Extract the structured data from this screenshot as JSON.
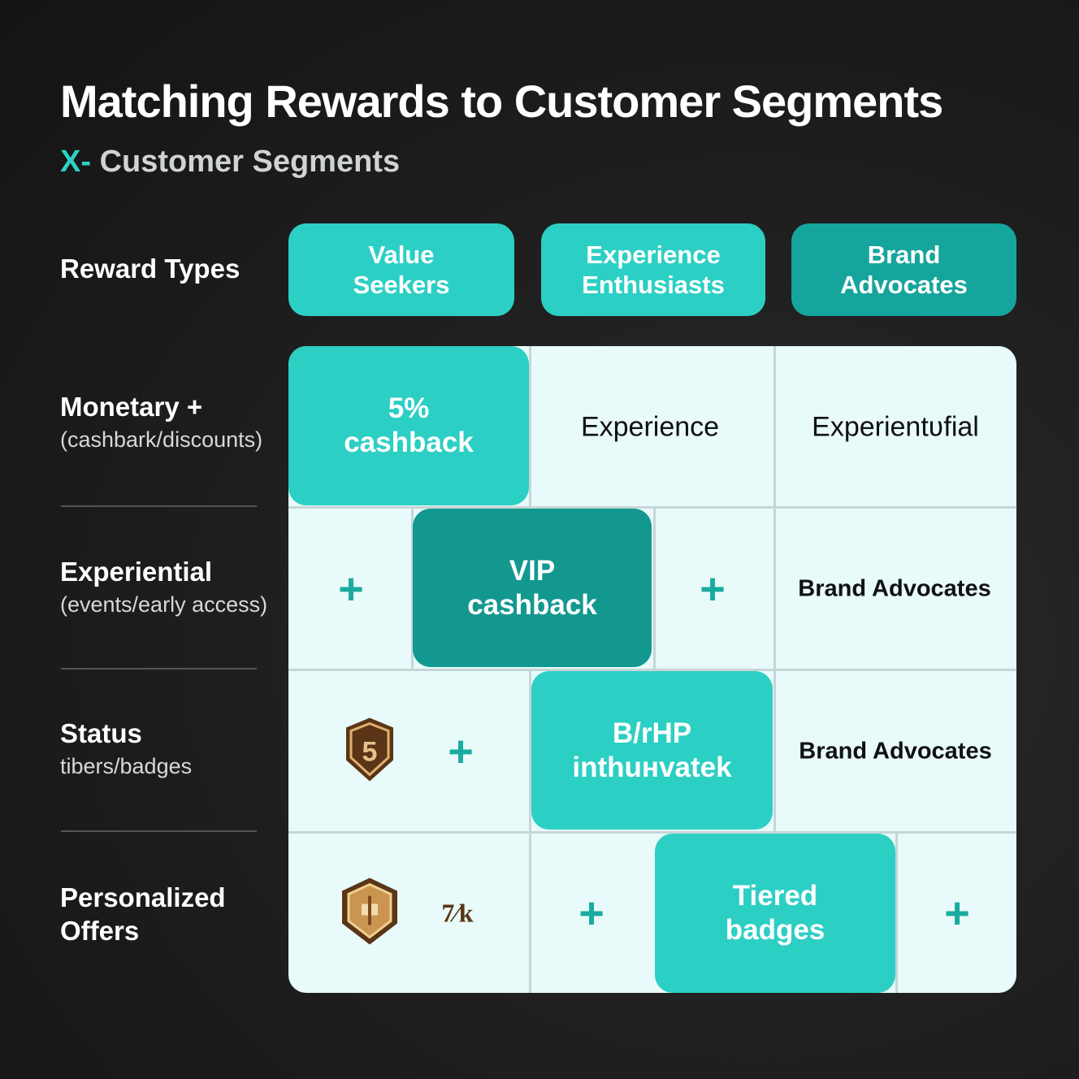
{
  "title": "Matching Rewards to Customer Segments",
  "subtitle": {
    "prefix": "X-",
    "text": "Customer Segments"
  },
  "corner_label": "Reward Types",
  "segments": [
    "Value Seekers",
    "Experience Enthusiasts",
    "Brand Advocates"
  ],
  "segment_lines": [
    [
      "Value",
      "Seekers"
    ],
    [
      "Experience",
      "Enthusiasts"
    ],
    [
      "Brand",
      "Advocates"
    ]
  ],
  "rows": [
    {
      "title": "Monetary +",
      "detail": "(cashbark/discounts)"
    },
    {
      "title": "Experiential",
      "detail": "(events/early access)"
    },
    {
      "title": "Status",
      "detail": "tibers/badges"
    },
    {
      "title": "Personalized",
      "title2": "Offers"
    }
  ],
  "cells": {
    "r1c1": [
      "5%",
      "cashback"
    ],
    "r1c2": "Experience",
    "r1c3": "Experientʋfial",
    "r2_highlight": [
      "VIP",
      "cashback"
    ],
    "r2c3": "Brand Advocates",
    "r3_badge": "5",
    "r3_highlight": [
      "B/rHP",
      "inthuнvatek"
    ],
    "r3c3": "Brand Advocates",
    "r4_text": "7⁄k",
    "r4_highlight": [
      "Tiered",
      "badges"
    ]
  },
  "plus_symbol": "+",
  "colors": {
    "teal": "#2ccfc4",
    "dark_teal": "#139890",
    "cell_bg": "#e8fafa",
    "badge": "#5a3516"
  }
}
